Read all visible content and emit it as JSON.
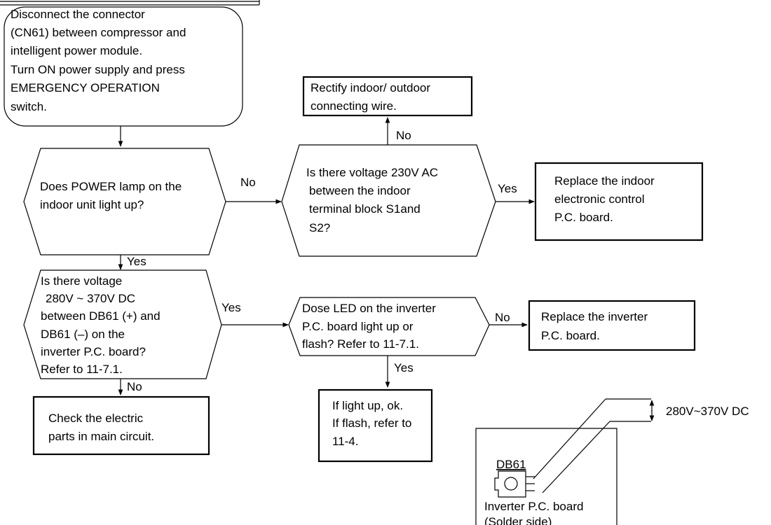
{
  "start_box": [
    "Disconnect the connector",
    "(CN61) between compressor and",
    "intelligent power module.",
    "Turn ON power supply and press",
    "EMERGENCY OPERATION",
    "switch."
  ],
  "q_power_lamp": [
    "Does POWER lamp on the",
    "indoor unit light up?"
  ],
  "q_voltage_ac": [
    "Is there voltage 230V AC",
    "between the indoor",
    "terminal block S1and",
    "S2?"
  ],
  "q_voltage_dc": [
    "Is there voltage",
    "280V ~ 370V  DC",
    "between DB61 (+) and",
    "DB61 (–) on the",
    "inverter P.C. board?",
    "Refer to 11-7.1."
  ],
  "q_led": [
    "Dose LED on the inverter",
    "P.C. board light up or",
    "flash? Refer to 11-7.1."
  ],
  "box_rectify_wire": [
    "Rectify indoor/ outdoor",
    "connecting wire."
  ],
  "box_replace_indoor": [
    "Replace the indoor",
    "electronic control",
    "P.C. board."
  ],
  "box_replace_inverter": [
    "Replace the inverter",
    "P.C. board."
  ],
  "box_check_parts": [
    "Check the electric",
    "parts in main circuit."
  ],
  "box_led_result": [
    "If light up, ok.",
    "If flash, refer to",
    "11-4."
  ],
  "labels": {
    "no": "No",
    "yes": "Yes"
  },
  "board_inset": {
    "component": "DB61",
    "board_label": [
      "Inverter P.C. board",
      "(Solder side)"
    ],
    "voltage": "280V~370V DC"
  }
}
